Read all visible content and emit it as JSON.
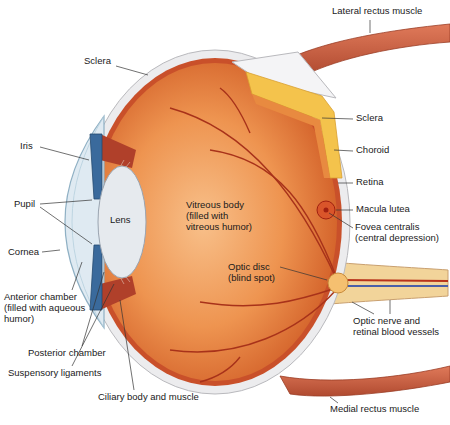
{
  "diagram": {
    "labels": [
      "Lateral rectus muscle",
      "Sclera",
      "Iris",
      "Sclera",
      "Choroid",
      "Retina",
      "Pupil",
      "Macula lutea",
      "Lens",
      "Vitreous body (filled with vitreous humor)",
      "Fovea centralis (central depression)",
      "Cornea",
      "Optic disc (blind spot)",
      "Anterior chamber (filled with aqueous humor)",
      "Optic nerve and retinal blood vessels",
      "Posterior chamber",
      "Suspensory ligaments",
      "Ciliary body and muscle",
      "Medial rectus muscle"
    ]
  }
}
